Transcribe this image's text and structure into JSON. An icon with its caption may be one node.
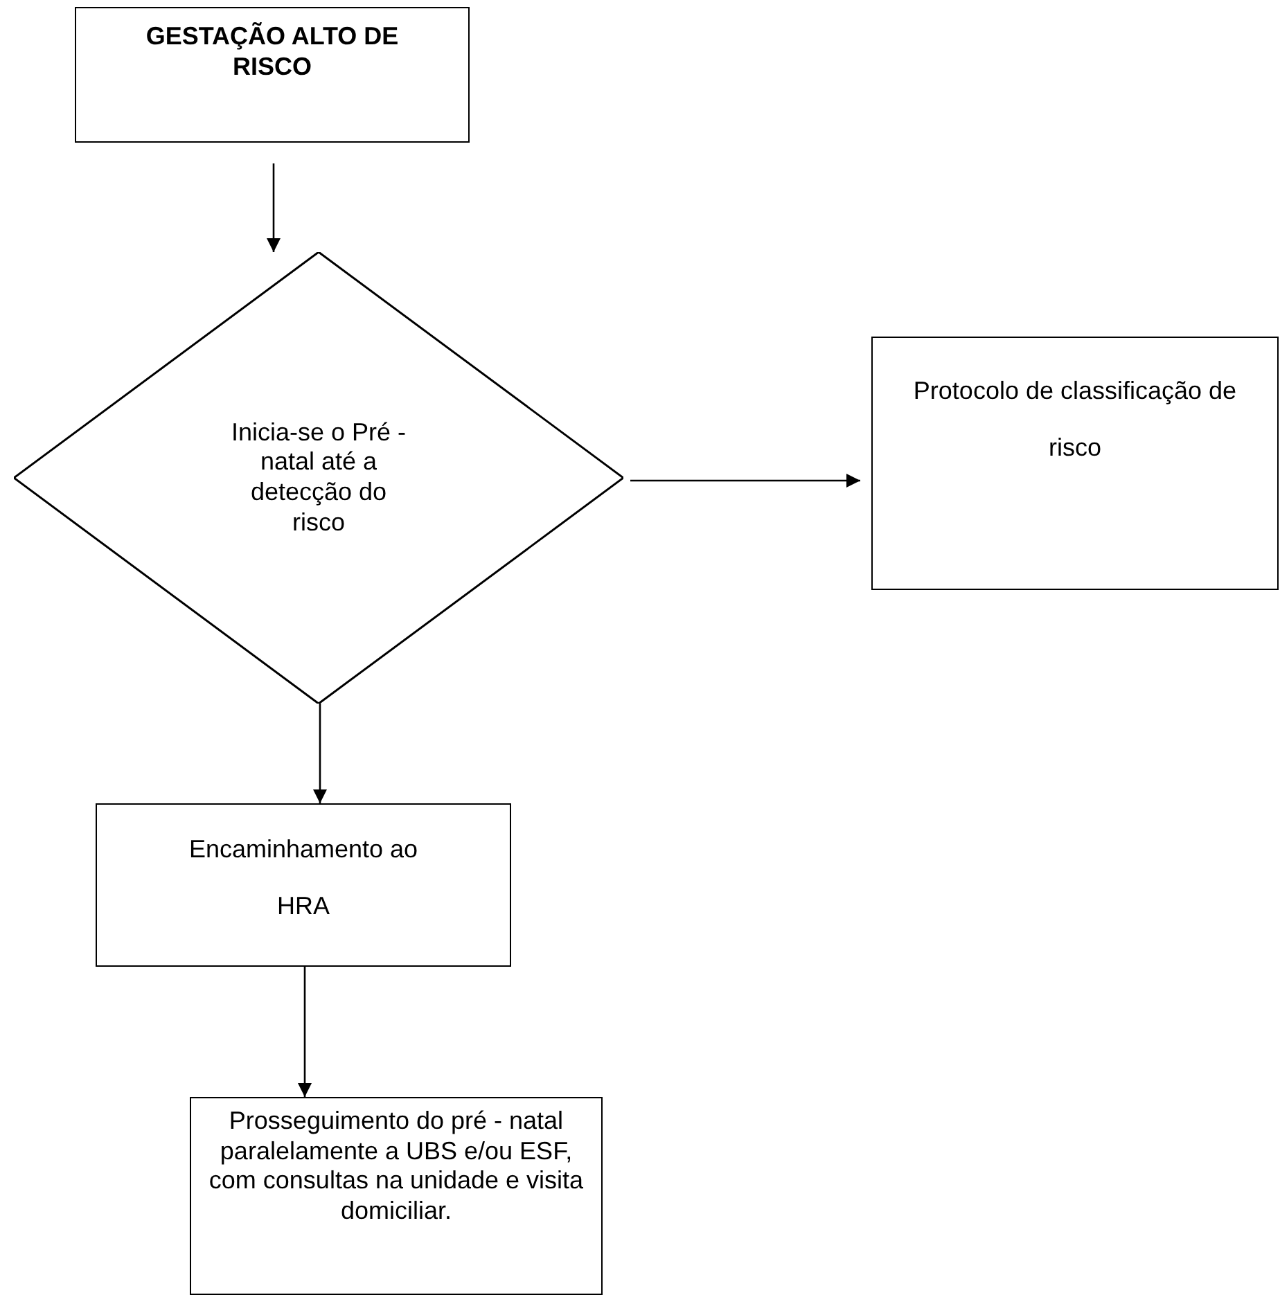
{
  "diagram": {
    "nodes": [
      {
        "text": [
          "GESTAÇÃO ALTO DE RISCO"
        ]
      },
      {
        "text": [
          "Inicia-se o Pré - natal até a detecção do risco"
        ]
      },
      {
        "text": [
          "Protocolo de classificação de risco"
        ]
      },
      {
        "text": [
          "Encaminhamento ao HRA"
        ]
      },
      {
        "text": [
          "Prosseguimento do pré - natal paralelamente a UBS e/ou ESF, com consultas na unidade e visita domiciliar."
        ]
      }
    ],
    "edges": [
      {
        "from": 0,
        "to": 1,
        "arrow": "to"
      },
      {
        "from": 1,
        "to": 2,
        "arrow": "to"
      },
      {
        "from": 1,
        "to": 3,
        "arrow": "to"
      },
      {
        "from": 3,
        "to": 4,
        "arrow": "to"
      }
    ]
  }
}
